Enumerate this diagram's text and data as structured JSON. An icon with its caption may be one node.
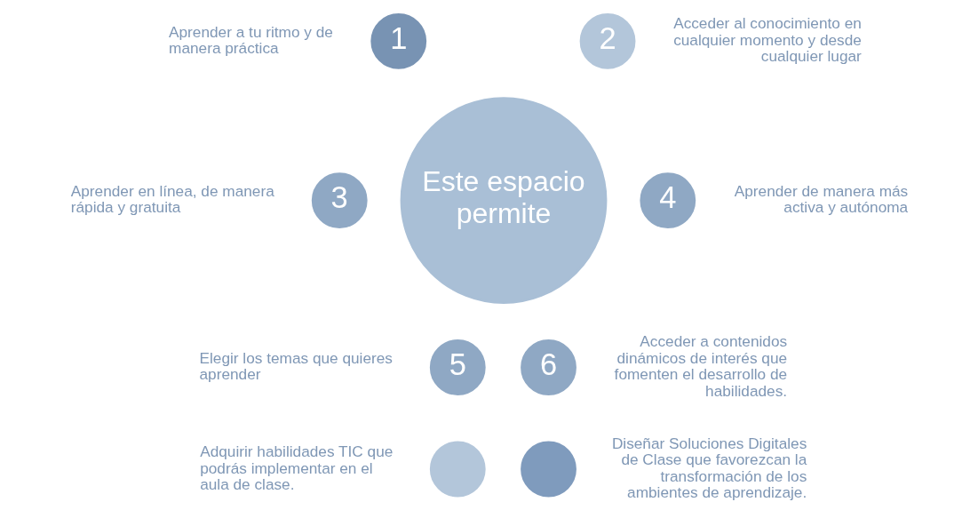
{
  "diagram": {
    "nodes": [
      {
        "text": [
          "Este espacio permite"
        ]
      },
      {
        "text": [
          "1"
        ],
        "beside": [
          "Aprender a tu ritmo y de manera práctica"
        ]
      },
      {
        "text": [
          "2"
        ],
        "beside": [
          "Acceder al conocimiento en cualquier momento y desde cualquier lugar"
        ]
      },
      {
        "text": [
          "3"
        ],
        "beside": [
          "Aprender en línea, de manera rápida y gratuita"
        ]
      },
      {
        "text": [
          "4"
        ],
        "beside": [
          "Aprender de manera más activa y autónoma"
        ]
      },
      {
        "text": [
          "5"
        ],
        "beside": [
          "Elegir los temas que quieres aprender"
        ]
      },
      {
        "text": [
          "6"
        ],
        "beside": [
          "Acceder a contenidos dinámicos de interés que fomenten el desarrollo de habilidades."
        ]
      },
      {
        "text": [],
        "shape": "circle",
        "beside": [
          "Adquirir habilidades TIC que podrás implementar en el aula de clase."
        ]
      },
      {
        "text": [],
        "shape": "circle",
        "beside": [
          "Diseñar Soluciones Digitales de Clase que favorezcan la transformación de los ambientes de aprendizaje."
        ]
      }
    ],
    "edges": []
  }
}
